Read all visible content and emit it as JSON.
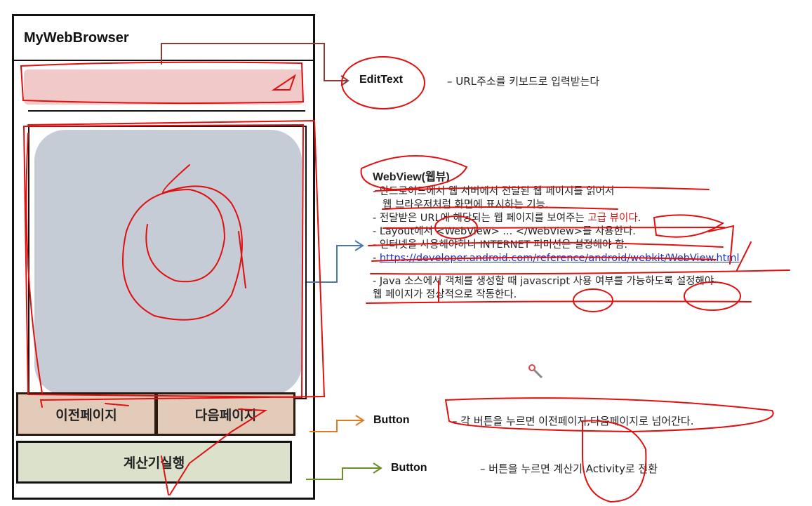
{
  "app": {
    "title": "MyWebBrowser"
  },
  "urlbar": {
    "placeholder": ""
  },
  "buttons": {
    "prev": "이전페이지",
    "next": "다음페이지",
    "calc": "계산기실행"
  },
  "labels": {
    "edittext": "EditText",
    "edittext_desc": "– URL주소를 키보드로 입력받는다",
    "button1": "Button",
    "button1_desc": "– 각 버튼을 누르면 이전페이지,다음페이지로 넘어간다.",
    "button2": "Button",
    "button2_desc": "–  버튼을 누르면 계산기 Activity로 전환"
  },
  "webview": {
    "title": "WebView(웹뷰)",
    "l1": "-  안드로이드에서 웹 서버에서 전달된 웹 페이지를 읽어서",
    "l2": "웹 브라우저처럼 화면에 표시하는 기능.",
    "l3a": "- 전달받은 URL에 해당되는 웹 페이지를 보여주는 ",
    "l3b": "고급 뷰이다",
    "l3c": ".",
    "l4": "- Layout에서 <WebView> ... </WebView>를 사용한다.",
    "l5": "- 인터넷을 사용해야하니 INTERNET 퍼미션은 설정해야 함.",
    "l6a": "- ",
    "l6b": "https://developer.android.com/reference/android/webkit/WebView.html",
    "l7": "- Java 소스에서 객체를 생성할 때 javascript 사용 여부를 가능하도록 설정해야",
    "l8": "웹 페이지가 정상적으로 작동한다."
  },
  "colors": {
    "urlbar": "#f1c9c8",
    "webview": "#c5ccd6",
    "nav_buttons": "#e2cbb8",
    "calc_button": "#dce1cc",
    "edittext_arrow": "#8b3a3a",
    "webview_arrow": "#4a78b0",
    "button1_arrow": "#e07a1f",
    "button2_arrow": "#6a8f2a",
    "ink": "#e01010"
  }
}
